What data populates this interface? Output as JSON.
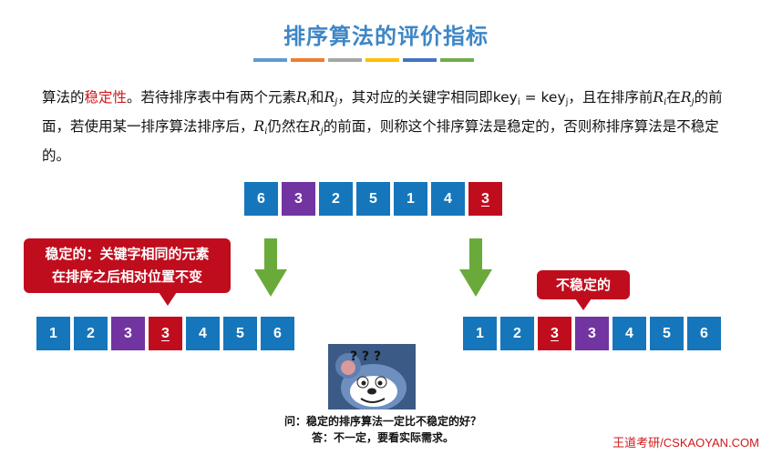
{
  "title": "排序算法的评价指标",
  "title_bar_colors": [
    "#5b9bd5",
    "#ed7d31",
    "#a5a5a5",
    "#ffc000",
    "#4472c4",
    "#70ad47"
  ],
  "paragraph": {
    "p1": "算法的",
    "highlight": "稳定性",
    "p2": "。若待排序表中有两个元素",
    "ri": "R",
    "i": "i",
    "and": "和",
    "rj": "R",
    "j": "j",
    "p3": "，其对应的关键字相同即key",
    "eq": " = key",
    "p4": "，且在排序前",
    "p5": "在",
    "p6": "的前面，若使用某一排序算法排序后，",
    "p7": "仍然在",
    "p8": "的前面，则称这个排序算法是稳定的，否则称排序算法是不稳定的。"
  },
  "original_row": [
    {
      "value": "6",
      "color": "blue"
    },
    {
      "value": "3",
      "color": "purple"
    },
    {
      "value": "2",
      "color": "blue"
    },
    {
      "value": "5",
      "color": "blue"
    },
    {
      "value": "1",
      "color": "blue"
    },
    {
      "value": "4",
      "color": "blue"
    },
    {
      "value": "3",
      "color": "red"
    }
  ],
  "stable_row": [
    {
      "value": "1",
      "color": "blue"
    },
    {
      "value": "2",
      "color": "blue"
    },
    {
      "value": "3",
      "color": "purple"
    },
    {
      "value": "3",
      "color": "red"
    },
    {
      "value": "4",
      "color": "blue"
    },
    {
      "value": "5",
      "color": "blue"
    },
    {
      "value": "6",
      "color": "blue"
    }
  ],
  "unstable_row": [
    {
      "value": "1",
      "color": "blue"
    },
    {
      "value": "2",
      "color": "blue"
    },
    {
      "value": "3",
      "color": "red"
    },
    {
      "value": "3",
      "color": "purple"
    },
    {
      "value": "4",
      "color": "blue"
    },
    {
      "value": "5",
      "color": "blue"
    },
    {
      "value": "6",
      "color": "blue"
    }
  ],
  "stable_callout": {
    "line1": "稳定的：关键字相同的元素",
    "line2": "在排序之后相对位置不变"
  },
  "unstable_callout": "不稳定的",
  "meme_marks": "? ? ?",
  "question": "问：稳定的排序算法一定比不稳定的好？",
  "answer": "答：不一定，要看实际需求。",
  "footer": "王道考研/CSKAOYAN.COM",
  "colors": {
    "blue": "#1576bb",
    "purple": "#7134a1",
    "red": "#c00d1d",
    "arrow_green": "#6aaa3b",
    "title_blue": "#3d86c6"
  }
}
